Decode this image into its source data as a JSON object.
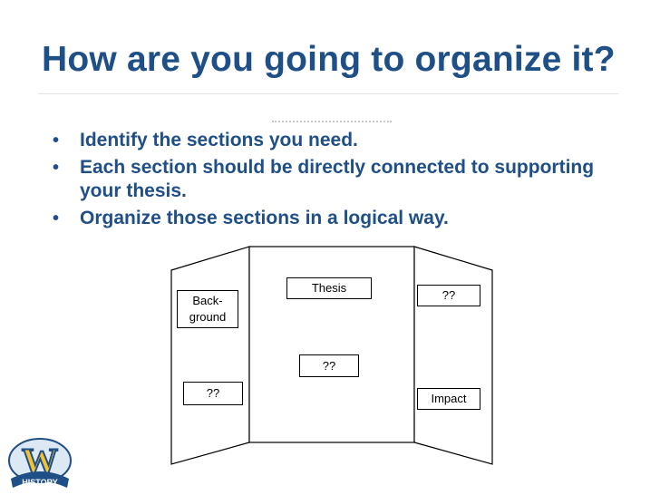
{
  "slide": {
    "title": "How are you going to organize it?",
    "bullets": [
      "Identify the sections you need.",
      "Each section should be directly connected to supporting your thesis.",
      "Organize those sections in a logical way."
    ]
  },
  "board": {
    "center_labels": [
      "Thesis",
      "??"
    ],
    "left_labels": [
      "Back-ground",
      "??"
    ],
    "right_labels": [
      "??",
      "Impact"
    ]
  },
  "logo": {
    "letter": "W",
    "banner_text": "HISTORY",
    "colors": {
      "primary": "#1f4f87",
      "accent": "#f2c230",
      "light": "#dce9f5"
    }
  },
  "colors": {
    "heading": "#1f4f87",
    "bullet_text": "#1f4f87"
  }
}
